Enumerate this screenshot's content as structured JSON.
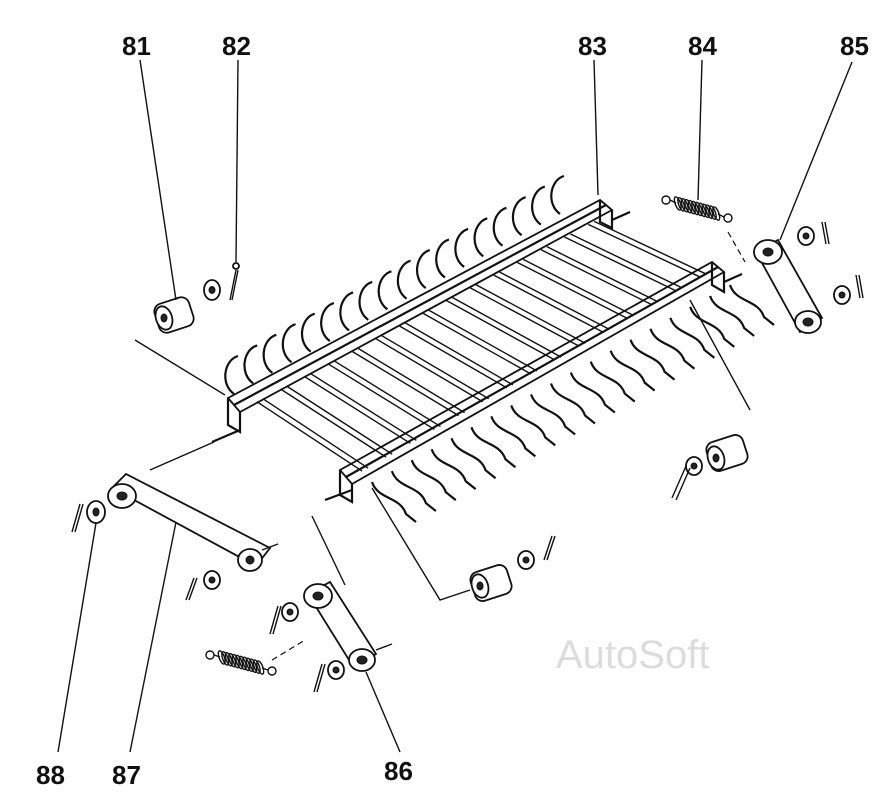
{
  "callouts": {
    "c81": "81",
    "c82": "82",
    "c83": "83",
    "c84": "84",
    "c85": "85",
    "c86": "86",
    "c87": "87",
    "c88": "88"
  },
  "watermark": "AutoSoft"
}
